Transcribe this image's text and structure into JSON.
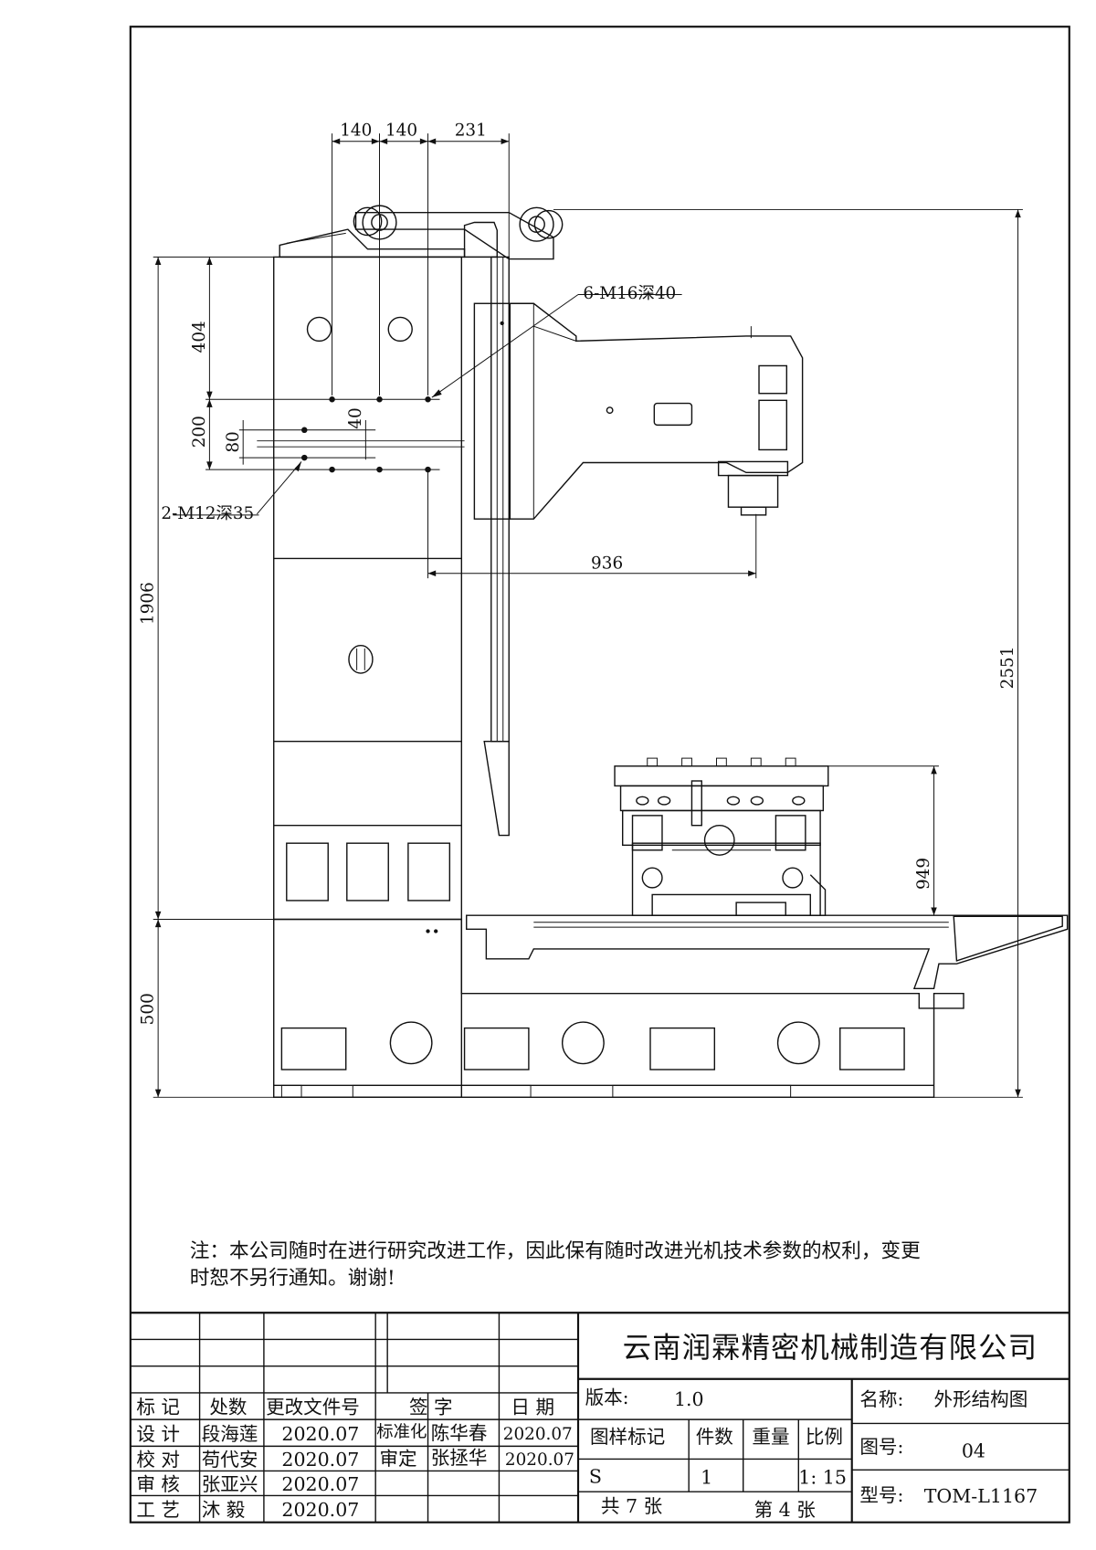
{
  "dimensions": {
    "d140a": "140",
    "d140b": "140",
    "d231": "231",
    "d404": "404",
    "d200": "200",
    "d80": "80",
    "d40": "40",
    "d936": "936",
    "d1906": "1906",
    "d500": "500",
    "d2551": "2551",
    "d949": "949"
  },
  "callouts": {
    "m16": "6-M16深40",
    "m12": "2-M12深35"
  },
  "note": {
    "line1": "注：本公司随时在进行研究改进工作，因此保有随时改进光机技术参数的权利，变更",
    "line2": "时恕不另行通知。谢谢!"
  },
  "title_block": {
    "company": "云南润霖精密机械制造有限公司",
    "rev_headers": {
      "mark": "标 记",
      "count": "处数",
      "doc": "更改文件号",
      "sign": "签  字",
      "date": "日 期"
    },
    "roles": [
      {
        "role": "设 计",
        "name": "段海莲",
        "date": "2020.07"
      },
      {
        "role": "校 对",
        "name": "苟代安",
        "date": "2020.07"
      },
      {
        "role": "审 核",
        "name": "张亚兴",
        "date": "2020.07"
      },
      {
        "role": "工 艺",
        "name": "沐  毅",
        "date": "2020.07"
      }
    ],
    "std_label": "标准化",
    "std_name": "陈华春",
    "std_date": "2020.07",
    "approve_label": "审定",
    "approve_name": "张拯华",
    "approve_date": "2020.07",
    "version_label": "版本:",
    "version": "1.0",
    "sample_mark": "图样标记",
    "qty_label": "件数",
    "weight_label": "重量",
    "scale_label": "比例",
    "sample_value": "S",
    "qty_value": "1",
    "scale_value": "1: 15",
    "sheets_total": "共 7 张",
    "sheet_no": "第 4 张",
    "name_label": "名称:",
    "name_value": "外形结构图",
    "drawing_no_label": "图号:",
    "drawing_no": "04",
    "model_label": "型号:",
    "model": "TOM-L1167"
  }
}
